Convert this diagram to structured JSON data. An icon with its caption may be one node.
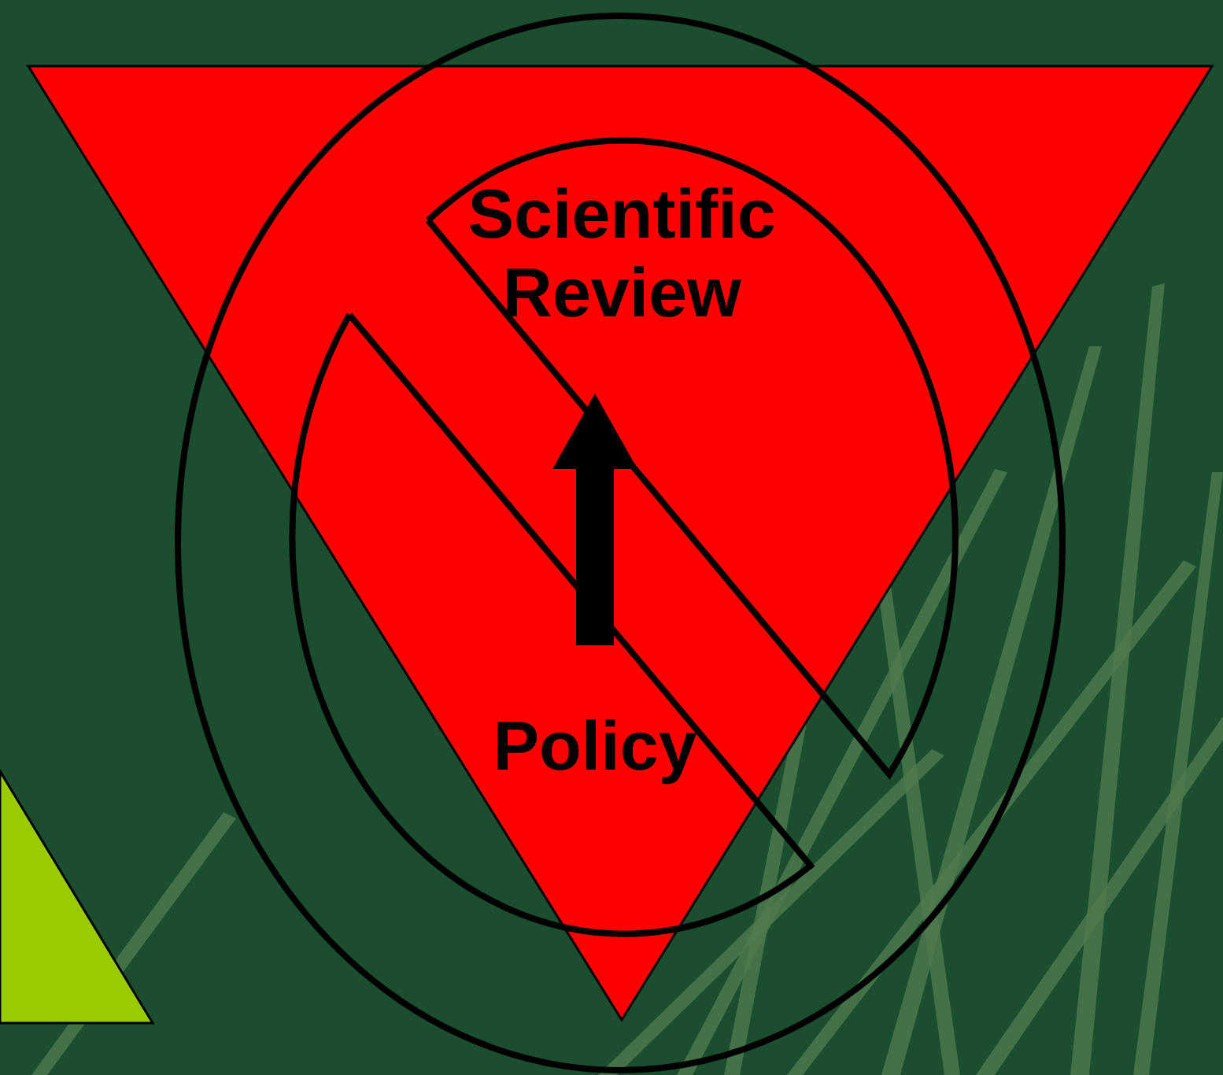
{
  "diagram": {
    "nodes": [
      {
        "text": [
          "Scientific Review"
        ]
      },
      {
        "text": [
          "Policy"
        ]
      }
    ],
    "edges": [
      {
        "from": 1,
        "to": 0,
        "arrow": "to"
      }
    ]
  }
}
